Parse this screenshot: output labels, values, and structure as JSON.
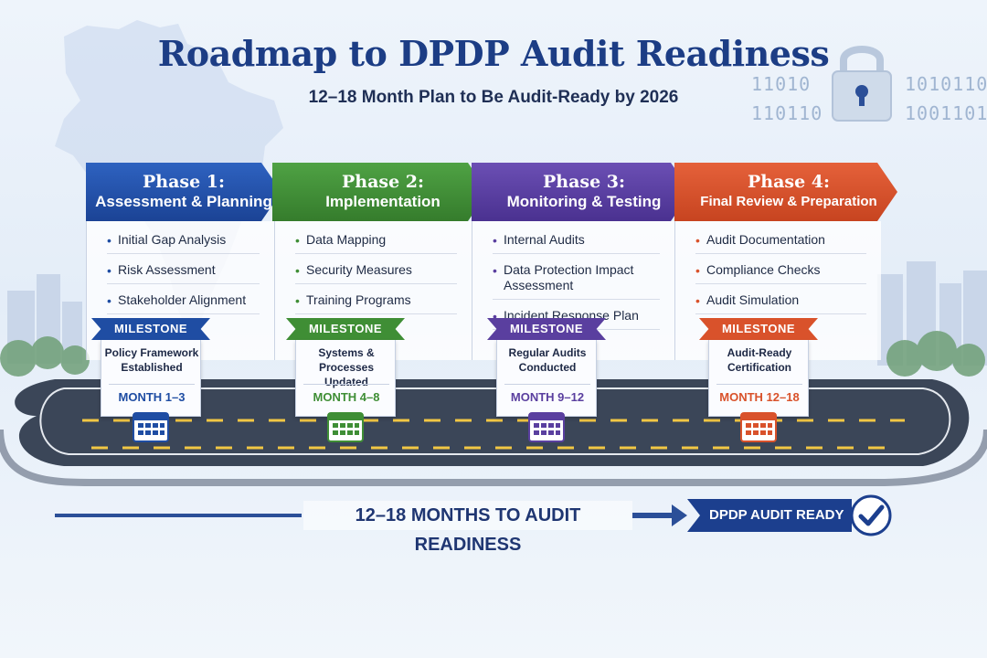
{
  "title": "Roadmap to DPDP Audit Readiness",
  "subtitle": "12–18 Month Plan to Be Audit-Ready by 2026",
  "decor": {
    "binary_left_top": "11010",
    "binary_left_bottom": "110110",
    "binary_right_top": "1010110",
    "binary_right_bottom": "1001101",
    "icons": [
      "india-map-icon",
      "padlock-icon",
      "calendar-icon",
      "checkmark-icon",
      "road-icon",
      "city-skyline-icon",
      "tree-icon"
    ]
  },
  "colors": {
    "title": "#1c3d85",
    "phase1": "#1f4da3",
    "phase2": "#3f8e35",
    "phase3": "#5a3f9f",
    "phase4": "#d9522b",
    "ready_badge": "#1c3f8e"
  },
  "phases": [
    {
      "title": "Phase 1:",
      "subtitle": "Assessment & Planning",
      "items": [
        "Initial Gap Analysis",
        "Risk Assessment",
        "Stakeholder Alignment"
      ],
      "milestone": {
        "label": "MILESTONE",
        "text": "Policy Framework Established",
        "month": "MONTH 1–3"
      }
    },
    {
      "title": "Phase 2:",
      "subtitle": "Implementation",
      "items": [
        "Data Mapping",
        "Security Measures",
        "Training Programs"
      ],
      "milestone": {
        "label": "MILESTONE",
        "text": "Systems & Processes Updated",
        "month": "MONTH 4–8"
      }
    },
    {
      "title": "Phase 3:",
      "subtitle": "Monitoring & Testing",
      "items": [
        "Internal Audits",
        "Data Protection Impact Assessment",
        "Incident Response Plan"
      ],
      "milestone": {
        "label": "MILESTONE",
        "text": "Regular Audits Conducted",
        "month": "MONTH 9–12"
      }
    },
    {
      "title": "Phase 4:",
      "subtitle": "Final Review & Preparation",
      "items": [
        "Audit Documentation",
        "Compliance Checks",
        "Audit Simulation"
      ],
      "milestone": {
        "label": "MILESTONE",
        "text": "Audit-Ready Certification",
        "month": "MONTH 12–18"
      }
    }
  ],
  "footer": {
    "timeline_text": "12–18 MONTHS TO AUDIT READINESS",
    "badge_text": "DPDP AUDIT READY"
  }
}
